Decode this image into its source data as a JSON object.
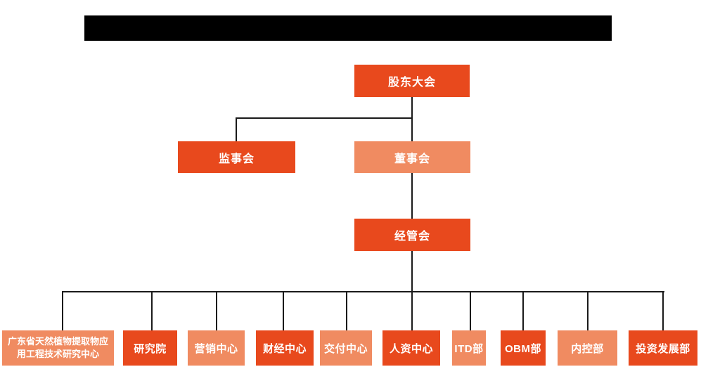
{
  "colors": {
    "primary": "#e8491d",
    "light": "#f08b61",
    "line": "#1a1a1a",
    "redaction": "#000000",
    "background": "#ffffff",
    "text": "#ffffff"
  },
  "org_chart": {
    "root": {
      "label": "股东大会",
      "tone": "primary"
    },
    "supervisory_board": {
      "label": "监事会",
      "tone": "primary"
    },
    "board_of_directors": {
      "label": "董事会",
      "tone": "light"
    },
    "management_committee": {
      "label": "经管会",
      "tone": "primary"
    },
    "departments": [
      {
        "label": "广东省天然植物提取物应用工程技术研究中心",
        "tone": "light"
      },
      {
        "label": "研究院",
        "tone": "primary"
      },
      {
        "label": "营销中心",
        "tone": "light"
      },
      {
        "label": "财经中心",
        "tone": "primary"
      },
      {
        "label": "交付中心",
        "tone": "light"
      },
      {
        "label": "人资中心",
        "tone": "primary"
      },
      {
        "label": "ITD部",
        "tone": "light"
      },
      {
        "label": "OBM部",
        "tone": "primary"
      },
      {
        "label": "内控部",
        "tone": "light"
      },
      {
        "label": "投资发展部",
        "tone": "primary"
      }
    ]
  }
}
